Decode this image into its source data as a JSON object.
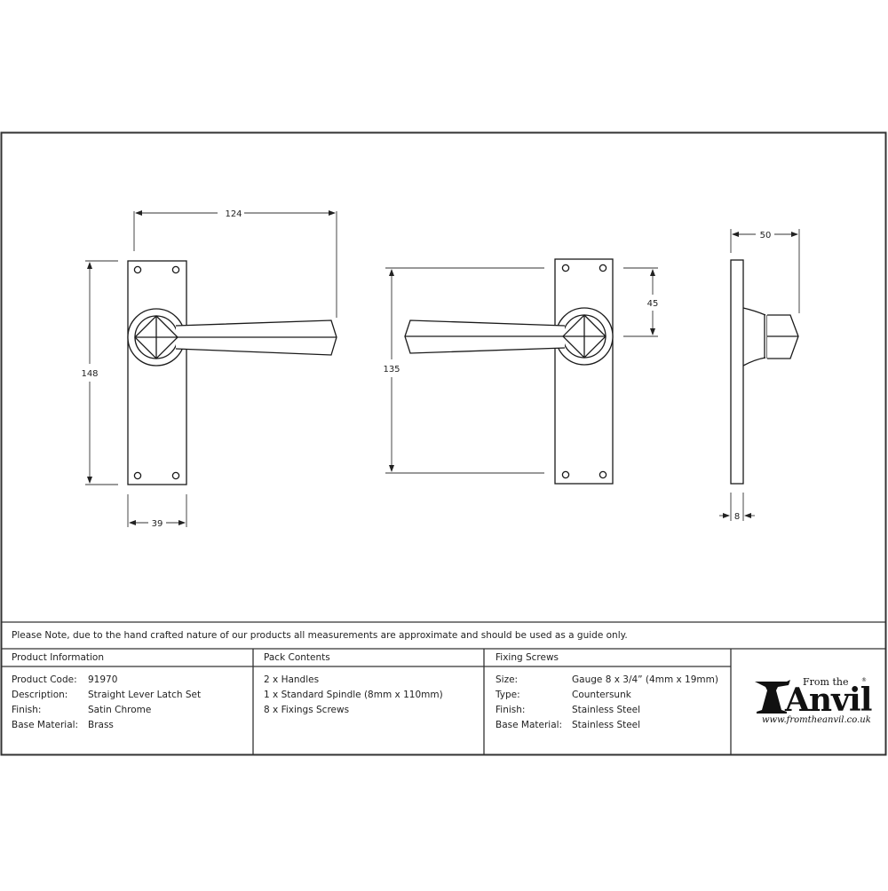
{
  "drawing": {
    "front_view": {
      "dim_width_overall": "124",
      "dim_height": "148",
      "dim_plate_width": "39"
    },
    "back_view": {
      "dim_fixing_centres": "135",
      "dim_spindle_from_top": "45"
    },
    "side_view": {
      "dim_projection": "50",
      "dim_plate_thickness": "8"
    }
  },
  "note": "Please Note, due to the hand crafted nature of our products all measurements are approximate and should be used as a guide only.",
  "product_information": {
    "heading": "Product Information",
    "rows": [
      {
        "label": "Product Code:",
        "value": "91970"
      },
      {
        "label": "Description:",
        "value": "Straight Lever Latch Set"
      },
      {
        "label": "Finish:",
        "value": "Satin Chrome"
      },
      {
        "label": "Base Material:",
        "value": "Brass"
      }
    ]
  },
  "pack_contents": {
    "heading": "Pack Contents",
    "items": [
      "2 x Handles",
      "1 x Standard Spindle (8mm x 110mm)",
      "8 x Fixings Screws"
    ]
  },
  "fixing_screws": {
    "heading": "Fixing Screws",
    "rows": [
      {
        "label": "Size:",
        "value": "Gauge 8 x 3/4” (4mm x 19mm)"
      },
      {
        "label": "Type:",
        "value": "Countersunk"
      },
      {
        "label": "Finish:",
        "value": "Stainless Steel"
      },
      {
        "label": "Base Material:",
        "value": "Stainless Steel"
      }
    ]
  },
  "logo": {
    "from_the": "From the",
    "word": "Anvil",
    "registered": "®",
    "url": "www.fromtheanvil.co.uk"
  },
  "colors": {
    "line": "#1a1a1a",
    "frame": "#333333",
    "background": "#ffffff"
  }
}
